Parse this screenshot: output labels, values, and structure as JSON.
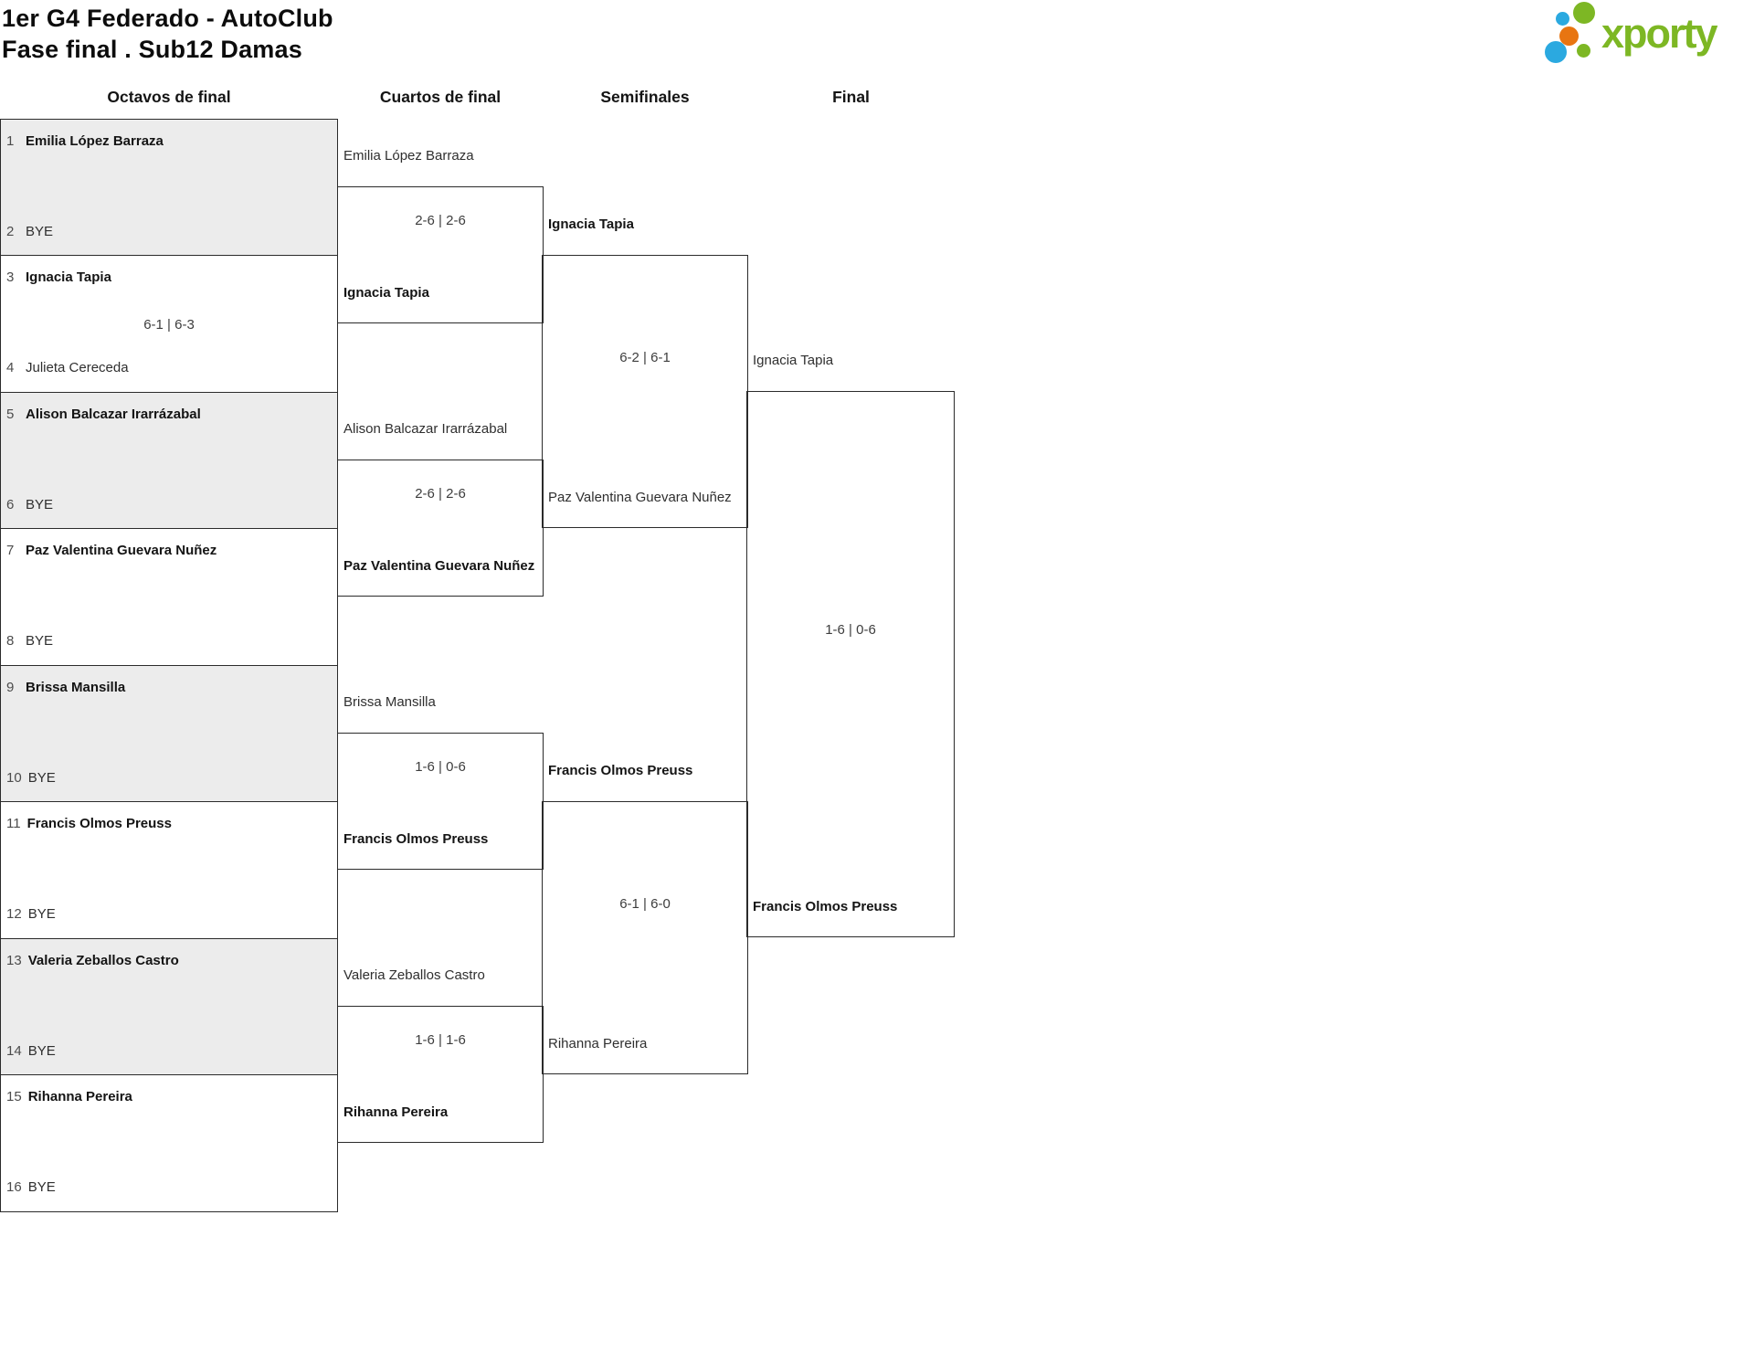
{
  "header": {
    "title_line1": "1er G4 Federado - AutoClub",
    "title_line2": "Fase final . Sub12 Damas"
  },
  "logo": {
    "brand": "xporty",
    "colors": {
      "green": "#7db724",
      "blue": "#2ba9e0",
      "orange": "#e87511"
    }
  },
  "rounds": {
    "r16": "Octavos de final",
    "qf": "Cuartos de final",
    "sf": "Semifinales",
    "f": "Final"
  },
  "octavos": [
    {
      "seed_top": "1",
      "top": "Emilia López Barraza",
      "seed_bottom": "2",
      "bottom": "BYE",
      "winner": "top"
    },
    {
      "seed_top": "3",
      "top": "Ignacia Tapia",
      "seed_bottom": "4",
      "bottom": "Julieta Cereceda",
      "score": "6-1 | 6-3",
      "winner": "top"
    },
    {
      "seed_top": "5",
      "top": "Alison Balcazar Irarrázabal",
      "seed_bottom": "6",
      "bottom": "BYE",
      "winner": "top"
    },
    {
      "seed_top": "7",
      "top": "Paz Valentina Guevara Nuñez",
      "seed_bottom": "8",
      "bottom": "BYE",
      "winner": "top"
    },
    {
      "seed_top": "9",
      "top": "Brissa Mansilla",
      "seed_bottom": "10",
      "bottom": "BYE",
      "winner": "top"
    },
    {
      "seed_top": "11",
      "top": "Francis Olmos Preuss",
      "seed_bottom": "12",
      "bottom": "BYE",
      "winner": "top"
    },
    {
      "seed_top": "13",
      "top": "Valeria Zeballos Castro",
      "seed_bottom": "14",
      "bottom": "BYE",
      "winner": "top"
    },
    {
      "seed_top": "15",
      "top": "Rihanna Pereira",
      "seed_bottom": "16",
      "bottom": "BYE",
      "winner": "top"
    }
  ],
  "cuartos": [
    {
      "top": "Emilia López Barraza",
      "bottom": "Ignacia Tapia",
      "score": "2-6 | 2-6",
      "winner": "bottom"
    },
    {
      "top": "Alison Balcazar Irarrázabal",
      "bottom": "Paz Valentina Guevara Nuñez",
      "score": "2-6 | 2-6",
      "winner": "bottom"
    },
    {
      "top": "Brissa Mansilla",
      "bottom": "Francis Olmos Preuss",
      "score": "1-6 | 0-6",
      "winner": "bottom"
    },
    {
      "top": "Valeria Zeballos Castro",
      "bottom": "Rihanna Pereira",
      "score": "1-6 | 1-6",
      "winner": "bottom"
    }
  ],
  "semifinales": [
    {
      "top": "Ignacia Tapia",
      "bottom": "Paz Valentina Guevara Nuñez",
      "score": "6-2 | 6-1",
      "winner": "top"
    },
    {
      "top": "Francis Olmos Preuss",
      "bottom": "Rihanna Pereira",
      "score": "6-1 | 6-0",
      "winner": "top"
    }
  ],
  "final": [
    {
      "top": "Ignacia Tapia",
      "bottom": "Francis Olmos Preuss",
      "score": "1-6 | 0-6",
      "winner": "bottom"
    }
  ]
}
